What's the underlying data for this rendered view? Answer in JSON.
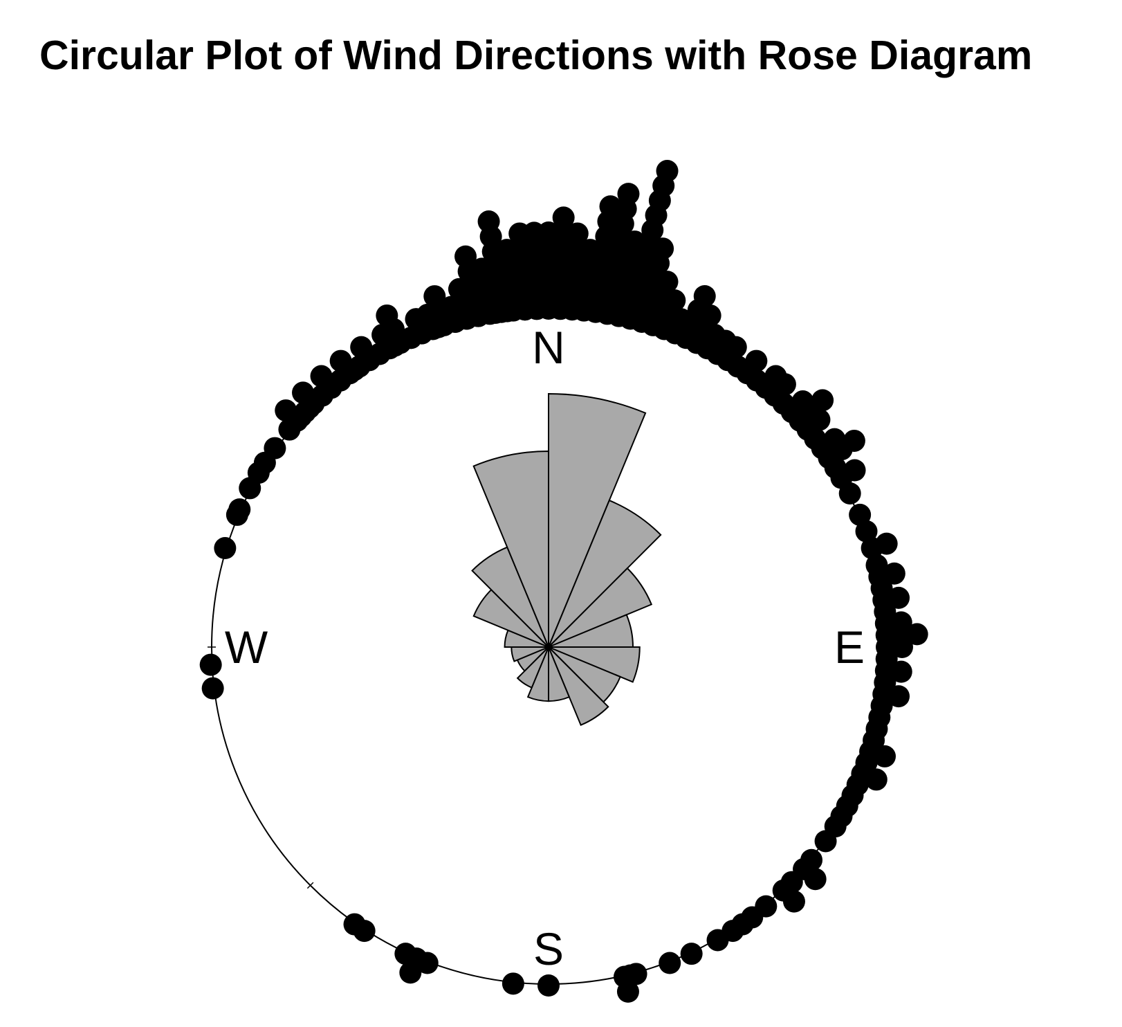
{
  "chart_data": {
    "type": "rose",
    "title": "Circular Plot of Wind Directions with Rose Diagram",
    "compass_labels": [
      "N",
      "E",
      "S",
      "W"
    ],
    "units": "degrees (clockwise from North)",
    "colors": {
      "rose_fill": "#a9a9a9",
      "stroke": "#000000",
      "points": "#000000"
    },
    "rose": {
      "bin_width_deg": 22.5,
      "bins": [
        {
          "start": 0,
          "end": 22.5,
          "relative_length": 0.75
        },
        {
          "start": 22.5,
          "end": 45,
          "relative_length": 0.47
        },
        {
          "start": 45,
          "end": 67.5,
          "relative_length": 0.33
        },
        {
          "start": 67.5,
          "end": 90,
          "relative_length": 0.25
        },
        {
          "start": 90,
          "end": 112.5,
          "relative_length": 0.27
        },
        {
          "start": 112.5,
          "end": 135,
          "relative_length": 0.23
        },
        {
          "start": 135,
          "end": 157.5,
          "relative_length": 0.25
        },
        {
          "start": 157.5,
          "end": 180,
          "relative_length": 0.16
        },
        {
          "start": 180,
          "end": 202.5,
          "relative_length": 0.16
        },
        {
          "start": 202.5,
          "end": 225,
          "relative_length": 0.13
        },
        {
          "start": 225,
          "end": 247.5,
          "relative_length": 0.1
        },
        {
          "start": 247.5,
          "end": 270,
          "relative_length": 0.11
        },
        {
          "start": 270,
          "end": 292.5,
          "relative_length": 0.13
        },
        {
          "start": 292.5,
          "end": 315,
          "relative_length": 0.24
        },
        {
          "start": 315,
          "end": 337.5,
          "relative_length": 0.32
        },
        {
          "start": 337.5,
          "end": 360,
          "relative_length": 0.58
        }
      ]
    },
    "stacked_points": [
      {
        "deg": -48,
        "count": 2
      },
      {
        "deg": -46,
        "count": 1
      },
      {
        "deg": -44,
        "count": 2
      },
      {
        "deg": -42,
        "count": 1
      },
      {
        "deg": -40,
        "count": 2
      },
      {
        "deg": -38,
        "count": 1
      },
      {
        "deg": -36,
        "count": 2
      },
      {
        "deg": -34,
        "count": 1
      },
      {
        "deg": -32,
        "count": 2
      },
      {
        "deg": -30,
        "count": 1
      },
      {
        "deg": -28,
        "count": 2
      },
      {
        "deg": -26,
        "count": 3
      },
      {
        "deg": -24,
        "count": 1
      },
      {
        "deg": -22,
        "count": 2
      },
      {
        "deg": -20,
        "count": 2
      },
      {
        "deg": -18,
        "count": 3
      },
      {
        "deg": -16,
        "count": 2
      },
      {
        "deg": -14,
        "count": 3
      },
      {
        "deg": -12,
        "count": 5
      },
      {
        "deg": -10,
        "count": 4
      },
      {
        "deg": -8,
        "count": 7
      },
      {
        "deg": -6,
        "count": 5
      },
      {
        "deg": -4,
        "count": 6
      },
      {
        "deg": -2,
        "count": 6
      },
      {
        "deg": 0,
        "count": 6
      },
      {
        "deg": 2,
        "count": 7
      },
      {
        "deg": 4,
        "count": 6
      },
      {
        "deg": 6,
        "count": 5
      },
      {
        "deg": 8,
        "count": 8
      },
      {
        "deg": 10,
        "count": 9
      },
      {
        "deg": 12,
        "count": 6
      },
      {
        "deg": 14,
        "count": 11
      },
      {
        "deg": 16,
        "count": 6
      },
      {
        "deg": 18,
        "count": 4
      },
      {
        "deg": 20,
        "count": 3
      },
      {
        "deg": 22,
        "count": 2
      },
      {
        "deg": 24,
        "count": 4
      },
      {
        "deg": 26,
        "count": 3
      },
      {
        "deg": 28,
        "count": 2
      },
      {
        "deg": 30,
        "count": 2
      },
      {
        "deg": 32,
        "count": 2
      },
      {
        "deg": 34,
        "count": 1
      },
      {
        "deg": 36,
        "count": 2
      },
      {
        "deg": 38,
        "count": 1
      },
      {
        "deg": 40,
        "count": 2
      },
      {
        "deg": 42,
        "count": 2
      },
      {
        "deg": 44,
        "count": 1
      },
      {
        "deg": 46,
        "count": 2
      },
      {
        "deg": 48,
        "count": 3
      },
      {
        "deg": 50,
        "count": 2
      },
      {
        "deg": 52,
        "count": 1
      },
      {
        "deg": 54,
        "count": 2
      },
      {
        "deg": 56,
        "count": 3
      },
      {
        "deg": 58,
        "count": 1
      },
      {
        "deg": 60,
        "count": 2
      },
      {
        "deg": 63,
        "count": 1
      },
      {
        "deg": 67,
        "count": 1
      },
      {
        "deg": 70,
        "count": 1
      },
      {
        "deg": 73,
        "count": 2
      },
      {
        "deg": 76,
        "count": 1
      },
      {
        "deg": 78,
        "count": 2
      },
      {
        "deg": 80,
        "count": 1
      },
      {
        "deg": 82,
        "count": 2
      },
      {
        "deg": 84,
        "count": 1
      },
      {
        "deg": 86,
        "count": 2
      },
      {
        "deg": 88,
        "count": 3
      },
      {
        "deg": 90,
        "count": 2
      },
      {
        "deg": 92,
        "count": 1
      },
      {
        "deg": 94,
        "count": 2
      },
      {
        "deg": 96,
        "count": 1
      },
      {
        "deg": 98,
        "count": 2
      },
      {
        "deg": 100,
        "count": 1
      },
      {
        "deg": 102,
        "count": 1
      },
      {
        "deg": 104,
        "count": 1
      },
      {
        "deg": 106,
        "count": 1
      },
      {
        "deg": 108,
        "count": 2
      },
      {
        "deg": 110,
        "count": 1
      },
      {
        "deg": 112,
        "count": 2
      },
      {
        "deg": 114,
        "count": 1
      },
      {
        "deg": 116,
        "count": 1
      },
      {
        "deg": 118,
        "count": 1
      },
      {
        "deg": 120,
        "count": 1
      },
      {
        "deg": 122,
        "count": 1
      },
      {
        "deg": 125,
        "count": 1
      },
      {
        "deg": 129,
        "count": 1
      },
      {
        "deg": 131,
        "count": 2
      },
      {
        "deg": 134,
        "count": 1
      },
      {
        "deg": 136,
        "count": 2
      },
      {
        "deg": 140,
        "count": 1
      },
      {
        "deg": 143,
        "count": 1
      },
      {
        "deg": 145,
        "count": 1
      },
      {
        "deg": 147,
        "count": 1
      },
      {
        "deg": 150,
        "count": 1
      },
      {
        "deg": 155,
        "count": 1
      },
      {
        "deg": 159,
        "count": 1
      },
      {
        "deg": 165,
        "count": 1
      },
      {
        "deg": 166,
        "count": 1
      },
      {
        "deg": 167,
        "count": 2
      },
      {
        "deg": 180,
        "count": 1
      },
      {
        "deg": 186,
        "count": 1
      },
      {
        "deg": 201,
        "count": 1
      },
      {
        "deg": 203,
        "count": 2
      },
      {
        "deg": 205,
        "count": 1
      },
      {
        "deg": 213,
        "count": 1
      },
      {
        "deg": 215,
        "count": 1
      },
      {
        "deg": 263,
        "count": 1
      },
      {
        "deg": 267,
        "count": 1
      },
      {
        "deg": 287,
        "count": 1
      },
      {
        "deg": 293,
        "count": 1
      },
      {
        "deg": 294,
        "count": 1
      },
      {
        "deg": 298,
        "count": 1
      },
      {
        "deg": 301,
        "count": 1
      },
      {
        "deg": 303,
        "count": 1
      },
      {
        "deg": 306,
        "count": 1
      },
      {
        "deg": 310,
        "count": 1
      },
      {
        "deg": 313,
        "count": 1
      },
      {
        "deg": 315,
        "count": 1
      },
      {
        "deg": 318,
        "count": 1
      },
      {
        "deg": 320,
        "count": 1
      },
      {
        "deg": 322,
        "count": 1
      },
      {
        "deg": 325,
        "count": 1
      },
      {
        "deg": 328,
        "count": 1
      },
      {
        "deg": 330,
        "count": 1
      },
      {
        "deg": 333,
        "count": 1
      },
      {
        "deg": 336,
        "count": 1
      },
      {
        "deg": 338,
        "count": 2
      },
      {
        "deg": 341,
        "count": 1
      },
      {
        "deg": 344,
        "count": 2
      },
      {
        "deg": 346,
        "count": 3
      },
      {
        "deg": 348,
        "count": 2
      },
      {
        "deg": 351,
        "count": 3
      },
      {
        "deg": 353,
        "count": 2
      },
      {
        "deg": 356,
        "count": 5
      },
      {
        "deg": 358,
        "count": 4
      }
    ]
  }
}
